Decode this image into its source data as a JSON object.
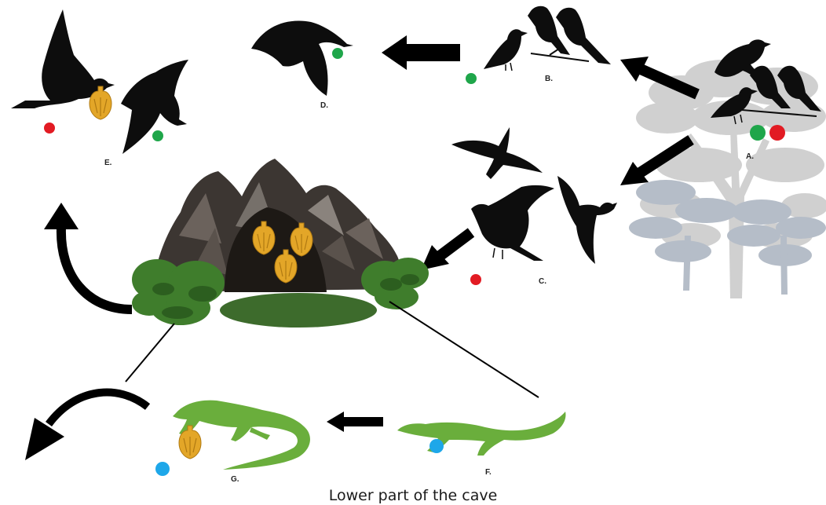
{
  "labels": {
    "a": "A.",
    "b": "B.",
    "c": "C.",
    "d": "D.",
    "e": "E.",
    "f": "F.",
    "g": "G."
  },
  "caption": "Lower part of the cave",
  "colors": {
    "green_dot": "#1fa64a",
    "red_dot": "#e21b23",
    "blue_dot": "#1ea7e9",
    "bird": "#0d0d0d",
    "bat": "#e3a628",
    "lizard": "#6aae3c",
    "tree": "#c9c9c9",
    "cave_rock": "#3c3632",
    "bush": "#3f7d2c",
    "arrow": "#000000"
  },
  "icons": [
    "bird-icon",
    "bat-icon",
    "lizard-icon",
    "tree-icon",
    "cave-icon",
    "arrow-icon",
    "dot-icon"
  ]
}
